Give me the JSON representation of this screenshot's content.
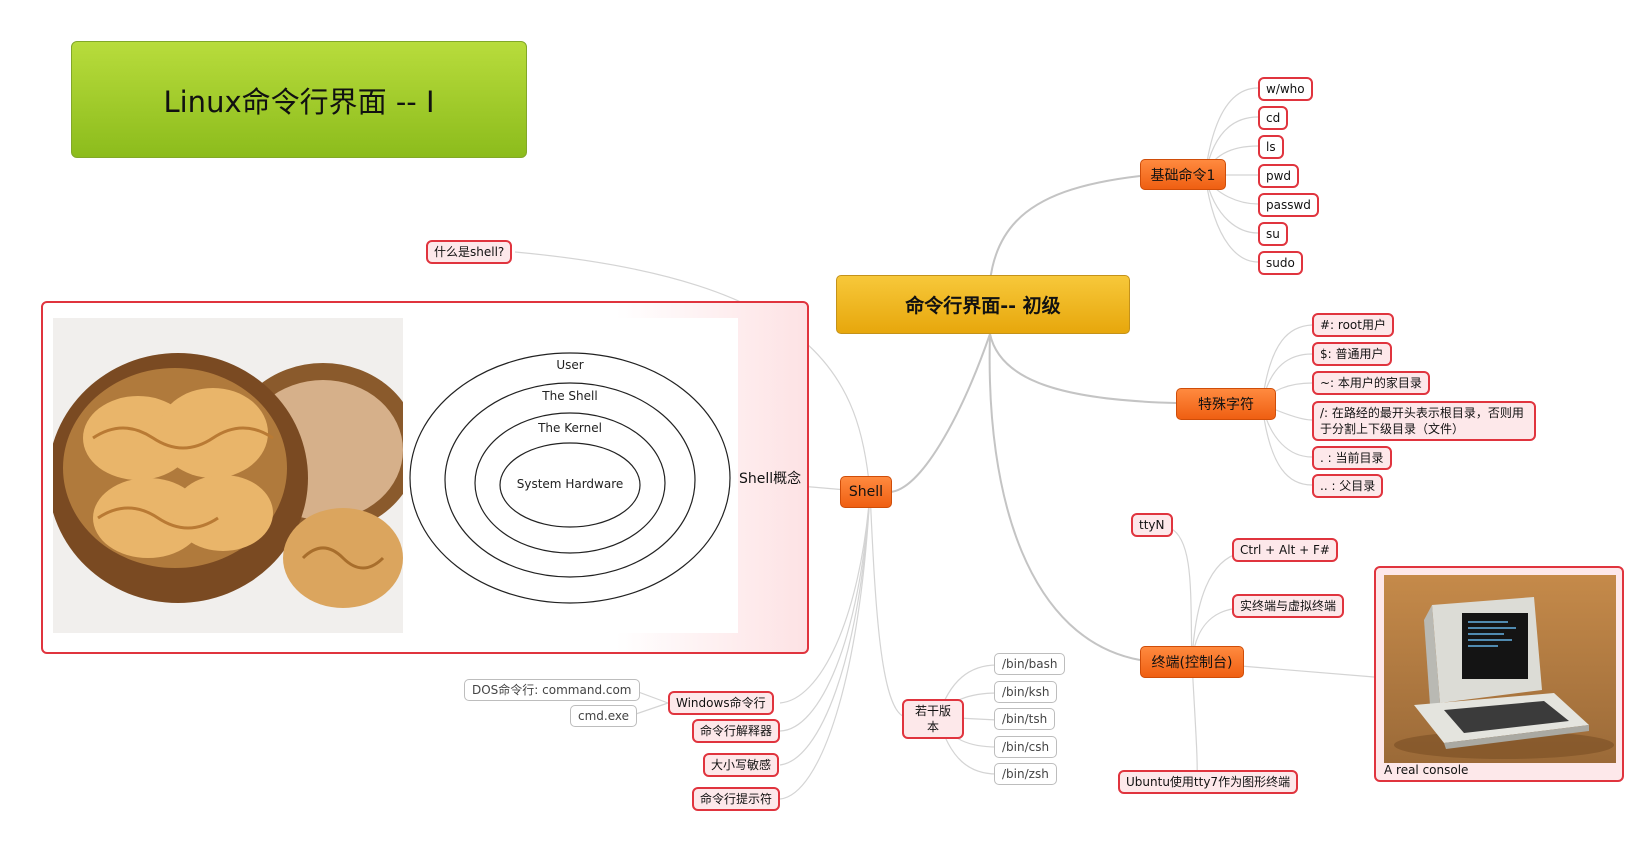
{
  "title": "Linux命令行界面  -- I",
  "center": "命令行界面-- 初级",
  "basic": {
    "label": "基础命令1",
    "items": [
      "w/who",
      "cd",
      "ls",
      "pwd",
      "passwd",
      "su",
      "sudo"
    ]
  },
  "special": {
    "label": "特殊字符",
    "items": [
      "#: root用户",
      "$: 普通用户",
      "~: 本用户的家目录",
      "/: 在路经的最开头表示根目录，否则用\n于分割上下级目录（文件）",
      ". :  当前目录",
      ".. : 父目录"
    ]
  },
  "terminal": {
    "label": "终端(控制台)",
    "ttyn": "ttyN",
    "ctrl": "Ctrl + Alt + F#",
    "realvirt": "实终端与虚拟终端",
    "ubuntu": "Ubuntu使用tty7作为图形终端",
    "console_caption": "A real console"
  },
  "shell": {
    "label": "Shell",
    "what": "什么是shell?",
    "concept": "Shell概念",
    "diagram": {
      "user": "User",
      "shell": "The Shell",
      "kernel": "The Kernel",
      "hardware": "System Hardware"
    },
    "windows": "Windows命令行",
    "dos": "DOS命令行: command.com",
    "cmd": "cmd.exe",
    "interpreter": "命令行解释器",
    "case": "大小写敏感",
    "prompt": "命令行提示符",
    "versions": {
      "label": "若干版\n本",
      "items": [
        "/bin/bash",
        "/bin/ksh",
        "/bin/tsh",
        "/bin/csh",
        "/bin/zsh"
      ]
    }
  },
  "colors": {
    "title_green": "#9ccb26",
    "center_gold": "#efb522",
    "main_orange": "#f5701e",
    "sub_border_red": "#e0343e",
    "connector_gray": "#bdbdbd"
  }
}
